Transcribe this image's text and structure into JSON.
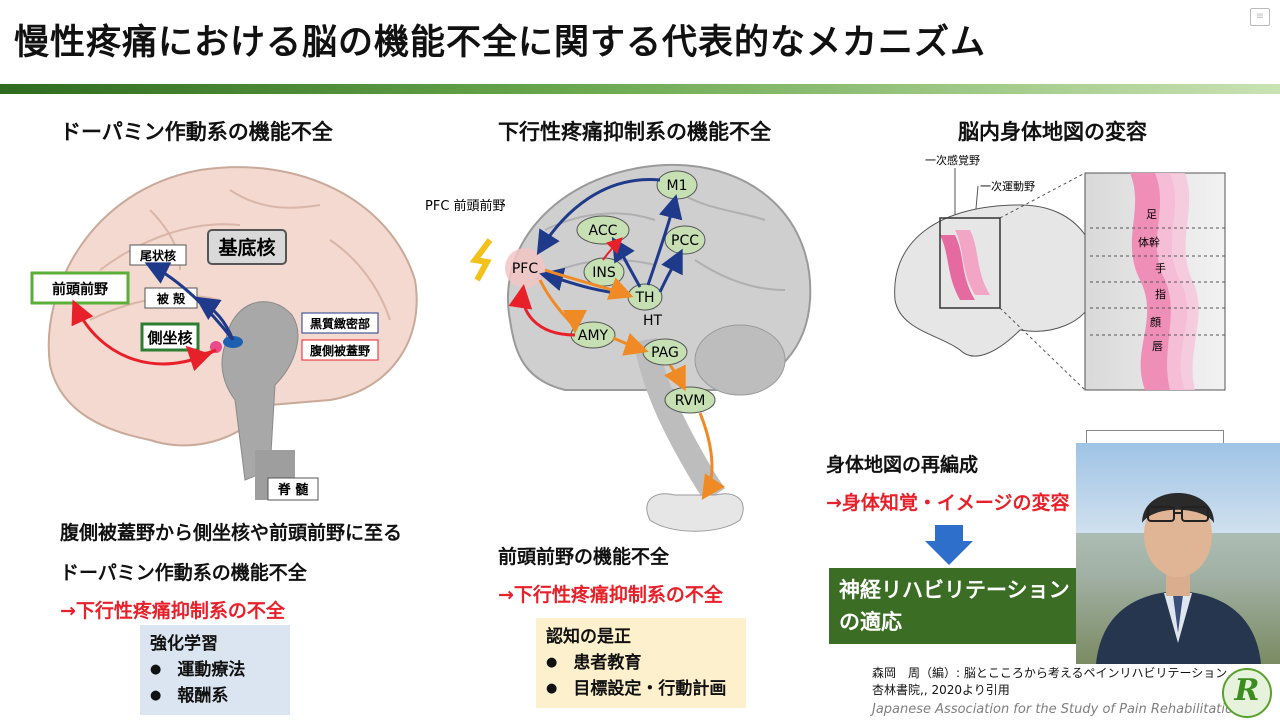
{
  "slide": {
    "title": "慢性疼痛における脳の機能不全に関する代表的なメカニズム"
  },
  "col1": {
    "heading": "ドーパミン作動系の機能不全",
    "labels": {
      "basal_ganglia": "基底核",
      "caudate": "尾状核",
      "putamen": "被 殻",
      "prefrontal": "前頭前野",
      "accumbens": "側坐核",
      "substantia_nigra": "黒質緻密部",
      "vta": "腹側被蓋野",
      "spinal": "脊 髄"
    },
    "text1": "腹側被蓋野から側坐核や前頭前野に至る",
    "text2": "ドーパミン作動系の機能不全",
    "arrow_text": "→下行性疼痛抑制系の不全",
    "box_title": "強化学習",
    "box_items": [
      "運動療法",
      "報酬系"
    ]
  },
  "col2": {
    "heading": "下行性疼痛抑制系の機能不全",
    "pfc_label": "PFC 前頭前野",
    "nodes": {
      "m1": "M1",
      "acc": "ACC",
      "pcc": "PCC",
      "pfc": "PFC",
      "ins": "INS",
      "th": "TH",
      "ht": "HT",
      "amy": "AMY",
      "pag": "PAG",
      "rvm": "RVM"
    },
    "text1": "前頭前野の機能不全",
    "arrow_text": "→下行性疼痛抑制系の不全",
    "box_title": "認知の是正",
    "box_items": [
      "患者教育",
      "目標設定・行動計画"
    ]
  },
  "col3": {
    "heading": "脳内身体地図の変容",
    "label_sensory": "一次感覚野",
    "label_motor": "一次運動野",
    "map_parts": [
      "足",
      "体幹",
      "手",
      "指",
      "顔",
      "唇"
    ],
    "text1": "身体地図の再編成",
    "arrow_text": "→身体知覚・イメージの変容",
    "green_box_line1": "神経リハビリテーション",
    "green_box_line2": "の適応"
  },
  "reference": {
    "line1": "森岡　周（編）: 脳とこころから考えるペインリハビリテーション,",
    "line2": "杏林書院,, 2020より引用"
  },
  "footer": {
    "association": "Japanese Association for the Study of Pain Rehabilitation",
    "logo_letter": "R"
  },
  "colors": {
    "title_bar": "#3b7d23",
    "accent_red": "#e8202a",
    "blue_box": "#dbe5f1",
    "yellow_box": "#fdf0cc",
    "green_box": "#3b6e24",
    "down_arrow": "#2e6fcb"
  }
}
